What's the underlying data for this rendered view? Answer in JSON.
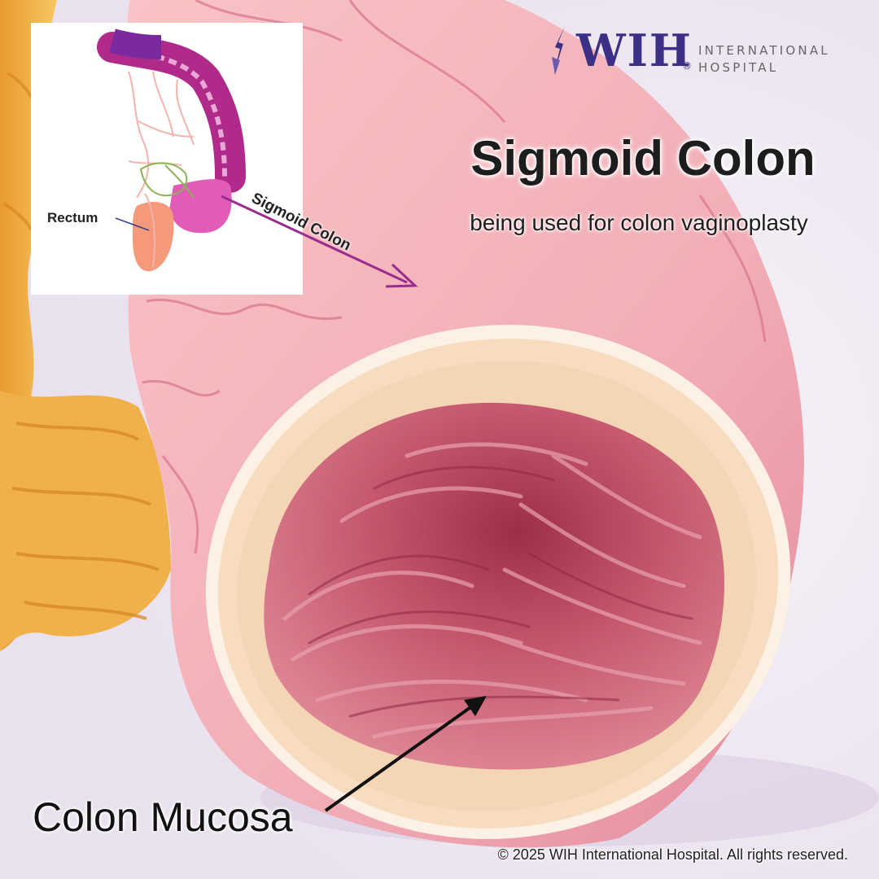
{
  "header": {
    "logo_mark": "WIH",
    "logo_line1": "INTERNATIONAL",
    "logo_line2": "HOSPITAL",
    "logo_reg": "®"
  },
  "title": "Sigmoid Colon",
  "subtitle": "being used for colon vaginoplasty",
  "inset": {
    "rectum_label": "Rectum",
    "sigmoid_label": "Sigmoid Colon"
  },
  "callout": {
    "mucosa_label": "Colon Mucosa"
  },
  "footer": {
    "copyright": "© 2025 WIH International Hospital. All rights reserved."
  },
  "colors": {
    "brand": "#3b2f86",
    "colon_outer": "#f5b5b8",
    "colon_rim": "#f7dcc0",
    "mucosa": "#c4566c",
    "fat": "#f2b94f",
    "inset_sigmoid": "#b02a8a",
    "arrow_purple": "#9a2b8f"
  }
}
